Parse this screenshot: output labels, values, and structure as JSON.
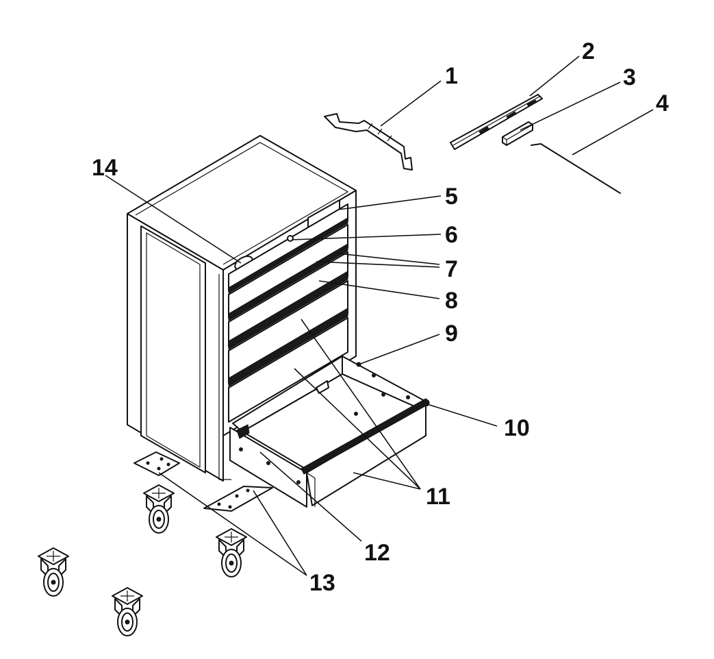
{
  "callouts": [
    {
      "id": "c1",
      "text": "1"
    },
    {
      "id": "c2",
      "text": "2"
    },
    {
      "id": "c3",
      "text": "3"
    },
    {
      "id": "c4",
      "text": "4"
    },
    {
      "id": "c5",
      "text": "5"
    },
    {
      "id": "c6",
      "text": "6"
    },
    {
      "id": "c7",
      "text": "7"
    },
    {
      "id": "c8",
      "text": "8"
    },
    {
      "id": "c9",
      "text": "9"
    },
    {
      "id": "c10",
      "text": "10"
    },
    {
      "id": "c11",
      "text": "11"
    },
    {
      "id": "c12",
      "text": "12"
    },
    {
      "id": "c13",
      "text": "13"
    },
    {
      "id": "c14",
      "text": "14"
    }
  ],
  "colors": {
    "ink": "#111111",
    "paper": "#ffffff"
  }
}
